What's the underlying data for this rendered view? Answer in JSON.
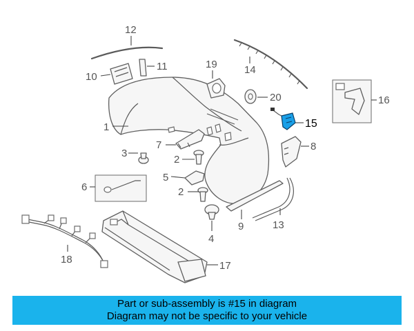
{
  "banner": {
    "line1": "Part or sub-assembly is #15 in diagram",
    "line2": "Diagram may not be specific to your vehicle"
  },
  "callouts": {
    "n1": "1",
    "n2a": "2",
    "n2b": "2",
    "n3": "3",
    "n4": "4",
    "n5": "5",
    "n6": "6",
    "n7": "7",
    "n8": "8",
    "n9": "9",
    "n10": "10",
    "n11": "11",
    "n12": "12",
    "n13": "13",
    "n14": "14",
    "n15": "15",
    "n16": "16",
    "n17": "17",
    "n18": "18",
    "n19": "19",
    "n20": "20"
  },
  "highlight_color": "#1aa0e8",
  "banner_color": "#1ab3ec"
}
